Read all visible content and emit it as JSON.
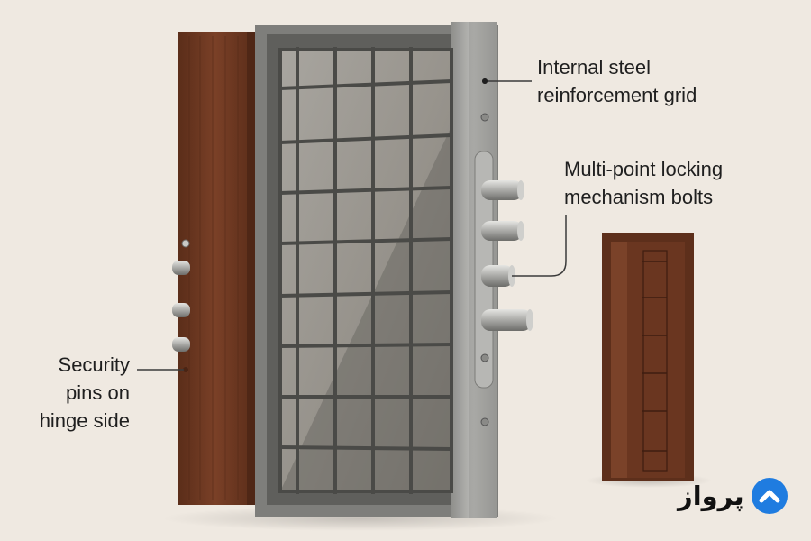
{
  "annotations": {
    "grid": {
      "line1": "Internal steel",
      "line2": "reinforcement grid"
    },
    "bolts": {
      "line1": "Multi-point locking",
      "line2": "mechanism bolts"
    },
    "pins": {
      "line1": "Security",
      "line2": "pins on",
      "line3": "hinge side"
    }
  },
  "logo": {
    "text": "پرواز",
    "icon": "chevron-up-icon",
    "color": "#1f7ce0"
  },
  "colors": {
    "wood": "#6e3a22",
    "steel": "#a7a7a4",
    "background": "#efe9e1"
  }
}
